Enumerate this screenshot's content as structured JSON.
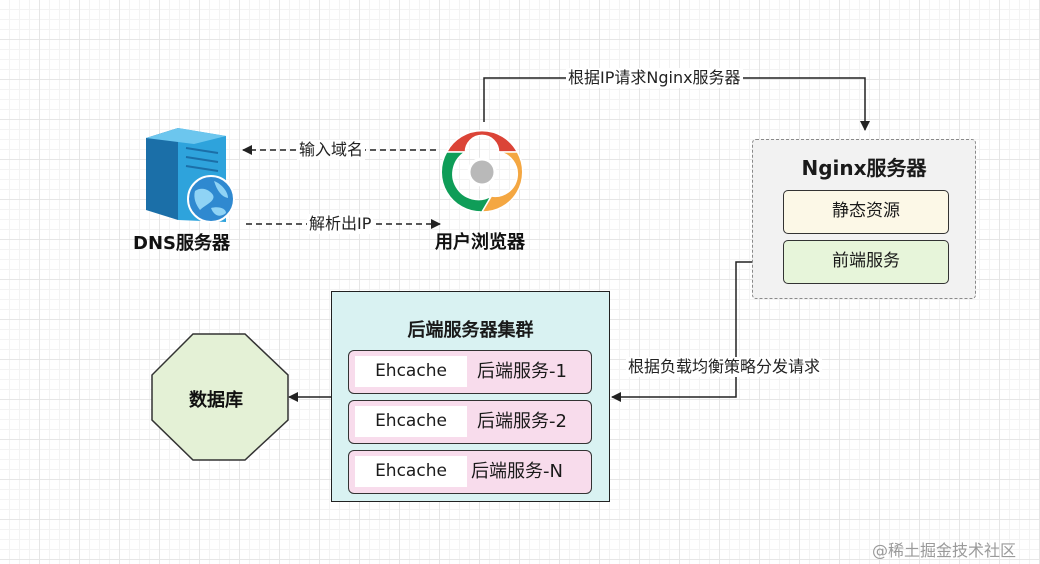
{
  "edges": {
    "request_nginx": "根据IP请求Nginx服务器",
    "input_domain": "输入域名",
    "resolve_ip": "解析出IP",
    "load_balance": "根据负载均衡策略分发请求"
  },
  "nodes": {
    "dns_server": "DNS服务器",
    "browser": "用户浏览器",
    "database": "数据库"
  },
  "nginx": {
    "title": "Nginx服务器",
    "static": "静态资源",
    "frontend": "前端服务"
  },
  "cluster": {
    "title": "后端服务器集群",
    "rows": [
      {
        "cache": "Ehcache",
        "service": "后端服务-1"
      },
      {
        "cache": "Ehcache",
        "service": "后端服务-2"
      },
      {
        "cache": "Ehcache",
        "service": "后端服务-N"
      }
    ]
  },
  "watermark": "@稀土掘金技术社区",
  "colors": {
    "nginx_bg": "#f2f2f2",
    "static_bg": "#fcf8e7",
    "frontend_bg": "#e7f5da",
    "cluster_bg": "#d9f2f2",
    "service_bg": "#f8dcec",
    "database_bg": "#e4f1d6"
  }
}
